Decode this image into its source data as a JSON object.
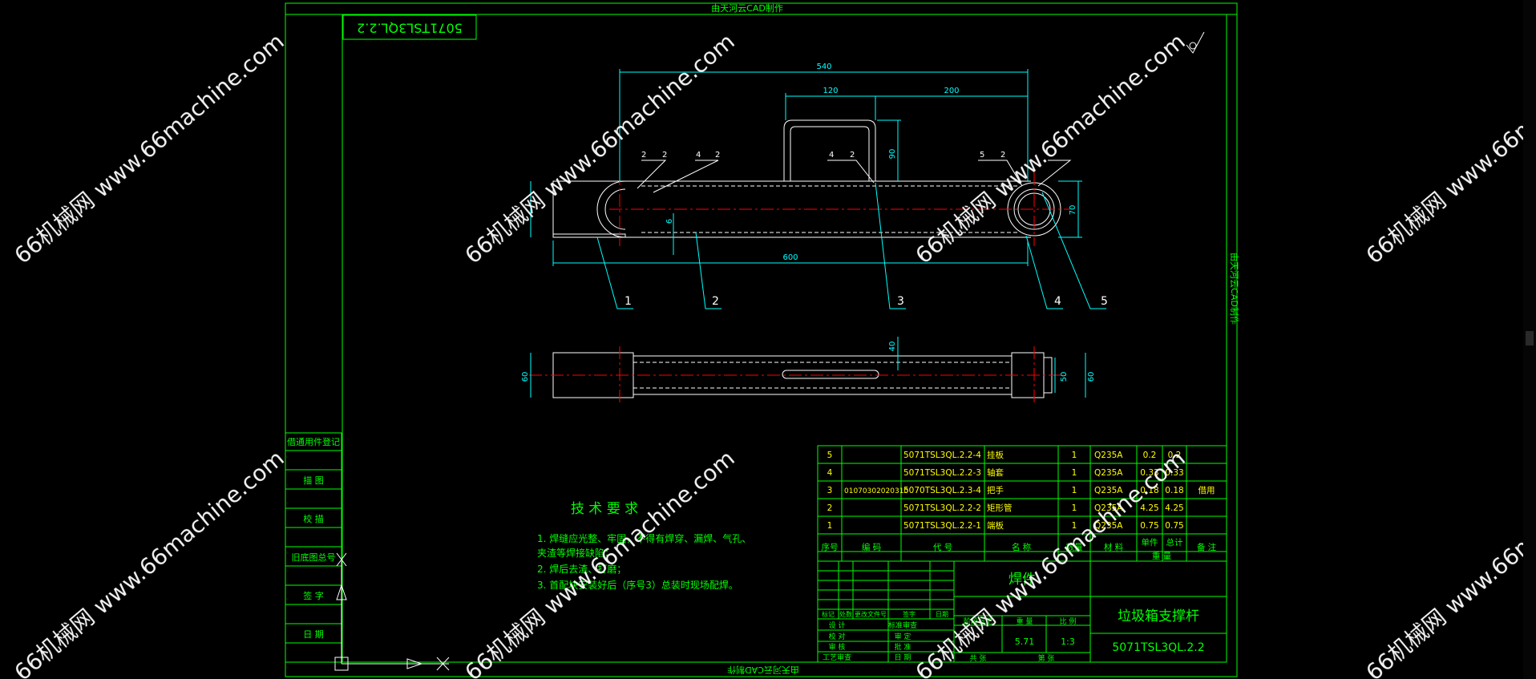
{
  "drawing": {
    "frame_caption_top": "由天河云CAD制作",
    "frame_caption_bottom": "由天河云CAD制作",
    "frame_caption_side": "由天河云CAD制作",
    "drawing_number_box": "5071TSL3QL.2.2",
    "roughness_symbol": "√",
    "dims": {
      "d540": "540",
      "d120": "120",
      "d200": "200",
      "d600": "600",
      "d90": "90",
      "d70": "70",
      "d40": "40",
      "d50": "50",
      "d60": "60",
      "d60b": "60",
      "d6": "6"
    },
    "balloons": [
      "1",
      "2",
      "3",
      "4",
      "5"
    ],
    "weld_labels": [
      "2",
      "2",
      "4",
      "2",
      "4",
      "2",
      "5",
      "2"
    ],
    "tech_title": "技 术 要 求",
    "tech_lines": [
      "1. 焊缝应光整、牢固，不得有焊穿、漏焊、气孔、",
      "   夹渣等焊接缺陷；",
      "2. 焊后去渣、打磨；",
      "3. 首配块安装好后（序号3）总装时现场配焊。"
    ],
    "left_panel": [
      "借通用件登记",
      "描 图",
      "校 描",
      "旧底图总号",
      "签 字",
      "日 期"
    ],
    "bom_rows": [
      [
        "5",
        "",
        "5071TSL3QL.2.2-4",
        "挂板",
        "1",
        "Q235A",
        "0.2",
        "0.2",
        ""
      ],
      [
        "4",
        "",
        "5071TSL3QL.2.2-3",
        "轴套",
        "1",
        "Q235A",
        "0.33",
        "0.33",
        ""
      ],
      [
        "3",
        "01070302020310",
        "5070TSL3QL.2.3-4",
        "把手",
        "1",
        "Q235A",
        "0.18",
        "0.18",
        "借用"
      ],
      [
        "2",
        "",
        "5071TSL3QL.2.2-2",
        "矩形管",
        "1",
        "Q235A",
        "4.25",
        "4.25",
        ""
      ],
      [
        "1",
        "",
        "5071TSL3QL.2.2-1",
        "端板",
        "1",
        "Q235A",
        "0.75",
        "0.75",
        ""
      ]
    ],
    "bom_header": [
      "序号",
      "编  码",
      "代  号",
      "名  称",
      "数量",
      "材  料",
      "单件",
      "总计",
      "备  注"
    ],
    "bom_header_sub": "重  量",
    "title_block": {
      "part_type": "焊件",
      "name": "垃圾箱支撑杆",
      "code": "5071TSL3QL.2.2",
      "weight": "5.71",
      "scale": "1:3",
      "labels_left": [
        "设 计",
        "校 对",
        "审 核",
        "工艺审查"
      ],
      "labels_mid": [
        "标准审查",
        "审 定",
        "批 准",
        "日 期"
      ],
      "rev_labels": [
        "标记",
        "处数",
        "更改文件号",
        "签字",
        "日期"
      ],
      "stage_label": "阶段标记",
      "weight_label": "重 量",
      "scale_label": "比 例",
      "sheet_label": "共    张",
      "sheet_of": "第    张"
    }
  },
  "watermark": {
    "site": "www.66machine.com",
    "brand": "66机械网 www.66machine.com"
  },
  "colors": {
    "background": "#000000",
    "frame": "#00ff00",
    "geometry": "#ffffff",
    "dimension": "#00ffff",
    "centerline": "#ff0000",
    "text": "#00ff00",
    "bom_text": "#ffff00",
    "watermark": "#ffffff"
  }
}
